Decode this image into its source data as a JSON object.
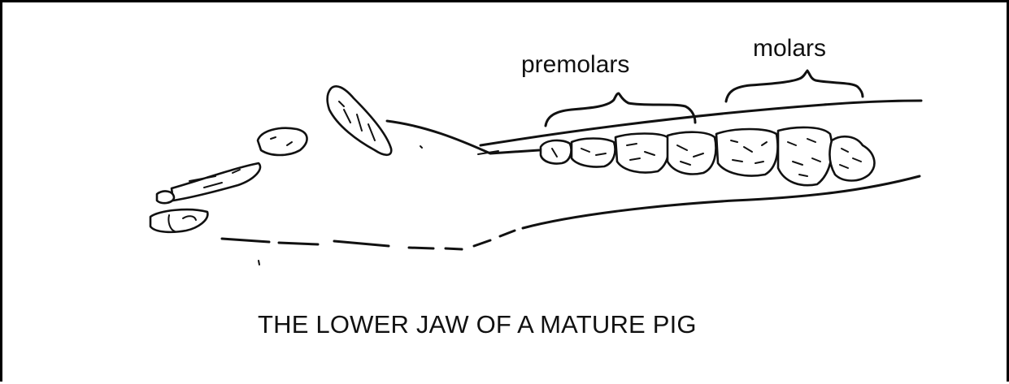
{
  "labels": {
    "premolars": "premolars",
    "molars": "molars"
  },
  "caption": "THE LOWER JAW OF A MATURE PIG"
}
